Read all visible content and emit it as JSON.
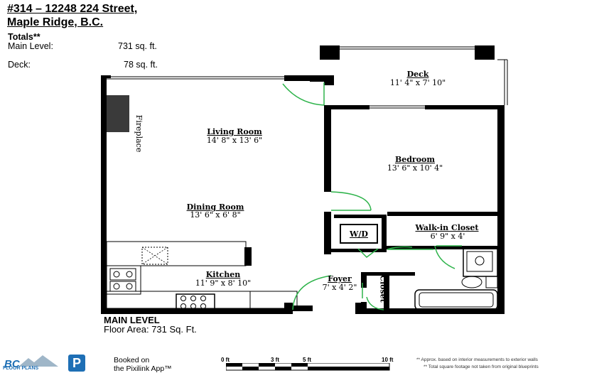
{
  "header": {
    "address_line1": "#314 – 12248 224 Street,",
    "address_line2": "Maple Ridge, B.C."
  },
  "totals": {
    "title": "Totals**",
    "rows": [
      {
        "label": "Main Level:",
        "value": "731 sq. ft."
      },
      {
        "label": "Deck:",
        "value": "78 sq. ft."
      }
    ]
  },
  "rooms": {
    "deck": {
      "name": "Deck",
      "dims": "11' 4\" x 7' 10\""
    },
    "living": {
      "name": "Living Room",
      "dims": "14' 8\" x 13' 6\""
    },
    "bedroom": {
      "name": "Bedroom",
      "dims": "13' 6\" x 10' 4\""
    },
    "dining": {
      "name": "Dining Room",
      "dims": "13' 6\" x 6' 8\""
    },
    "walkin": {
      "name": "Walk-in Closet",
      "dims": "6' 9\" x 4'"
    },
    "kitchen": {
      "name": "Kitchen",
      "dims": "11' 9\" x 8' 10\""
    },
    "foyer": {
      "name": "Foyer",
      "dims": "7' x 4' 2\""
    }
  },
  "labels": {
    "fireplace": "Fireplace",
    "wd": "W/D",
    "closet": "Closet"
  },
  "level": {
    "name": "MAIN LEVEL",
    "area": "Floor Area: 731 Sq. Ft."
  },
  "footer": {
    "logo_text": "BC",
    "logo_sub": "FLOOR PLANS",
    "app_badge": "P",
    "booked_line1": "Booked on",
    "booked_line2": "the Pixilink App™",
    "scale_labels": [
      "0 ft",
      "3 ft",
      "5 ft",
      "10 ft"
    ],
    "note1": "** Approx. based on interior measurements to exterior walls",
    "note2": "** Total square footage not taken from original blueprints"
  },
  "colors": {
    "wall": "#000000",
    "door_swing": "#2db34a",
    "fireplace": "#3a3a3a",
    "badge_blue": "#1e6fb5"
  }
}
